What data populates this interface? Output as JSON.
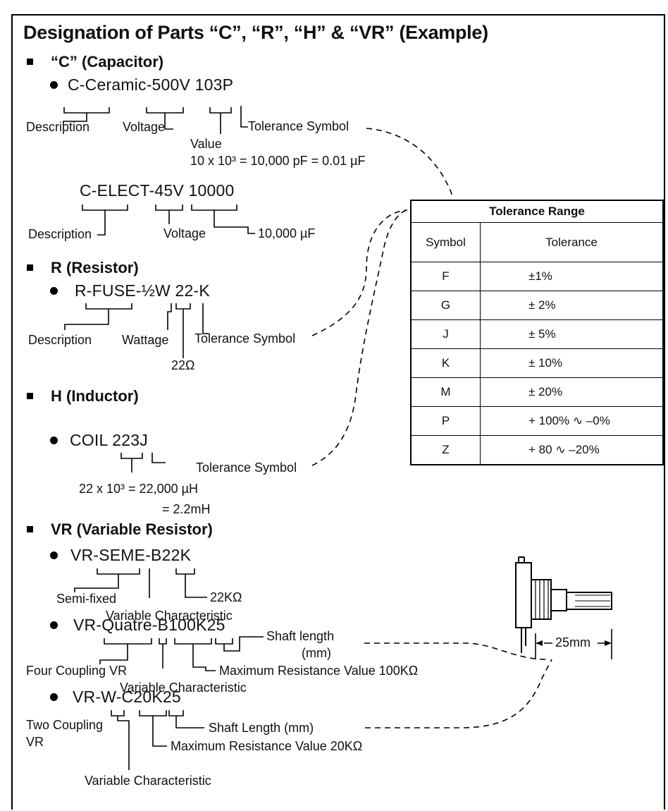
{
  "title": "Designation of Parts “C”, “R”, “H” & “VR” (Example)",
  "capacitor": {
    "heading": "“C” (Capacitor)",
    "ex1": {
      "code": "C-Ceramic-500V 103P",
      "description": "Description",
      "voltage": "Voltage",
      "value": "Value",
      "tolerance": "Tolerance Symbol",
      "calc": "10 x 10³ = 10,000 pF = 0.01 µF"
    },
    "ex2": {
      "code": "C-ELECT-45V 10000",
      "description": "Description",
      "voltage": "Voltage",
      "value": "10,000 µF"
    }
  },
  "resistor": {
    "heading": "R (Resistor)",
    "code": "R-FUSE-½W 22-K",
    "description": "Description",
    "wattage": "Wattage",
    "tolerance": "Tolerance Symbol",
    "value": "22Ω"
  },
  "inductor": {
    "heading": "H (Inductor)",
    "code": "COIL 223J",
    "tolerance": "Tolerance Symbol",
    "calc1": "22 x 10³ = 22,000 µH",
    "calc2": "= 2.2mH"
  },
  "vr": {
    "heading": "VR (Variable Resistor)",
    "ex1": {
      "code": "VR-SEME-B22K",
      "semi": "Semi-fixed",
      "variable": "Variable Characteristic",
      "value": "22KΩ"
    },
    "ex2": {
      "code": "VR-Quatre-B100K25",
      "four": "Four Coupling VR",
      "variable": "Variable Characteristic",
      "shaft1": "Shaft length",
      "shaft2": "(mm)",
      "max": "Maximum Resistance Value 100KΩ"
    },
    "ex3": {
      "code": "VR-W-C20K25",
      "two1": "Two Coupling",
      "two2": "VR",
      "shaft": "Shaft Length (mm)",
      "max": "Maximum Resistance Value 20KΩ",
      "variable": "Variable Characteristic"
    },
    "shaft_dim": "25mm"
  },
  "tolerance_table": {
    "title": "Tolerance Range",
    "col_symbol": "Symbol",
    "col_tolerance": "Tolerance",
    "rows": [
      {
        "symbol": "F",
        "tolerance": "±1%"
      },
      {
        "symbol": "G",
        "tolerance": "± 2%"
      },
      {
        "symbol": "J",
        "tolerance": "± 5%"
      },
      {
        "symbol": "K",
        "tolerance": "± 10%"
      },
      {
        "symbol": "M",
        "tolerance": "± 20%"
      },
      {
        "symbol": "P",
        "tolerance": "+ 100% ∿ –0%"
      },
      {
        "symbol": "Z",
        "tolerance": "+ 80 ∿ –20%"
      }
    ]
  }
}
